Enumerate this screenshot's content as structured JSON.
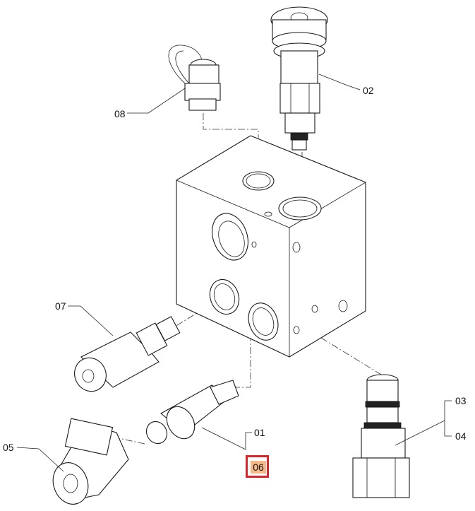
{
  "callouts": {
    "c01": "01",
    "c02": "02",
    "c03": "03",
    "c04": "04",
    "c05": "05",
    "c06": "06",
    "c07": "07",
    "c08": "08"
  },
  "highlight": {
    "label_ref": "06",
    "box_color": "#d8262b",
    "fill_color": "#f6b98a"
  }
}
